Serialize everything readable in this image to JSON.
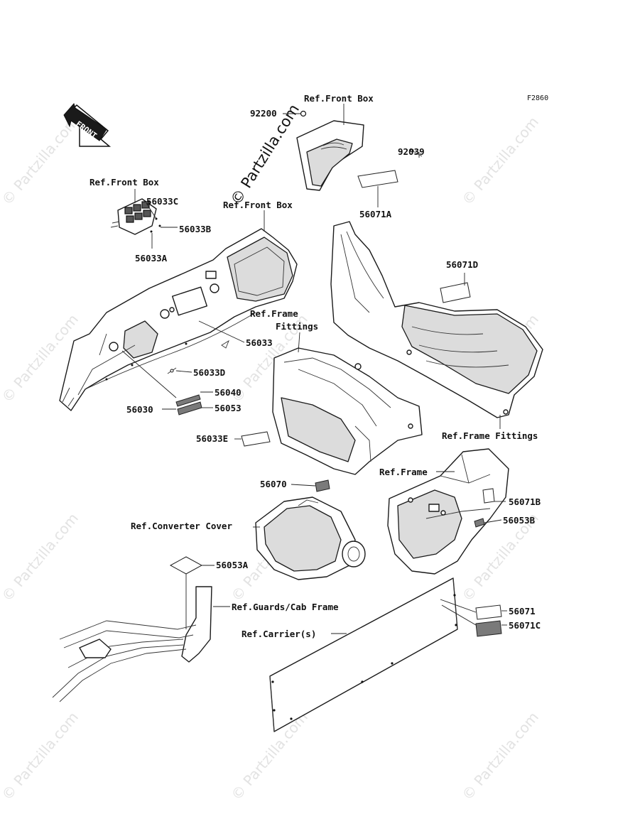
{
  "figure_code": "F2860",
  "front_arrow": "FRONT",
  "watermark": {
    "text": "© Partzilla.com",
    "center_text": "© Partzilla.com"
  },
  "labels": {
    "p92200": "92200",
    "ref_front_box_top": "Ref.Front Box",
    "p92039": "92039",
    "p56071A": "56071A",
    "ref_front_box_left": "Ref.Front Box",
    "p56033C": "56033C",
    "p56033B": "56033B",
    "p56033A": "56033A",
    "ref_front_box_mid": "Ref.Front Box",
    "p56071D": "56071D",
    "ref_frame_fittings_1": "Ref.Frame",
    "ref_frame_fittings_2": "Fittings",
    "p56033": "56033",
    "p56033D": "56033D",
    "p56040": "56040",
    "p56030": "56030",
    "p56053": "56053",
    "p56033E": "56033E",
    "ref_frame_fittings_right": "Ref.Frame Fittings",
    "ref_frame": "Ref.Frame",
    "p56070": "56070",
    "p56071B": "56071B",
    "ref_converter_cover": "Ref.Converter Cover",
    "p56053B": "56053B",
    "p56053A": "56053A",
    "ref_guards_cab_frame": "Ref.Guards/Cab Frame",
    "p56071": "56071",
    "ref_carriers": "Ref.Carrier(s)",
    "p56071C": "56071C"
  }
}
